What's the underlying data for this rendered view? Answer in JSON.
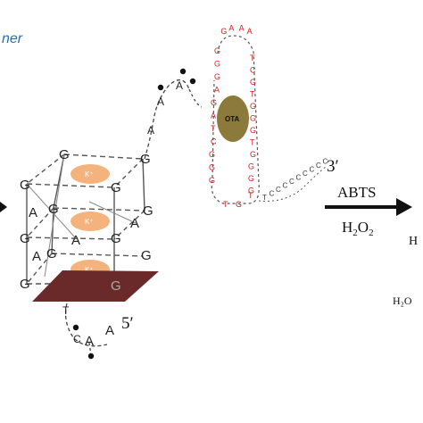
{
  "top_left_fragment": "ner",
  "quadruplex": {
    "guanines": [
      "G",
      "G",
      "G",
      "G",
      "G",
      "G",
      "G",
      "G",
      "G",
      "G",
      "G",
      "G"
    ],
    "adenines": [
      "A",
      "A",
      "A",
      "A"
    ],
    "ion_label": "K⁺",
    "loop_bottom": [
      "T",
      "C",
      "A",
      "A"
    ],
    "linker_top": [
      "A",
      "A",
      "A"
    ]
  },
  "aptamer": {
    "left_column": [
      "G",
      "G",
      "G",
      "A",
      "G",
      "A",
      "T",
      "C",
      "G",
      "G",
      "G"
    ],
    "top_arc": [
      "G",
      "A",
      "A",
      "A"
    ],
    "right_column": [
      "T",
      "C",
      "G",
      "T",
      "G",
      "G",
      "G",
      "T",
      "G",
      "G",
      "G",
      "G"
    ],
    "bottom": [
      "T",
      "G",
      "T"
    ],
    "tail": [
      "T",
      "C",
      "C",
      "C",
      "C",
      "C",
      "C",
      "C",
      "C",
      "C"
    ],
    "target_label": "OTA"
  },
  "labels": {
    "three_prime": "3′",
    "five_prime": "5′"
  },
  "reaction": {
    "above_arrow": "ABTS",
    "below_arrow_main": "H",
    "below_arrow_sub": "2",
    "below_arrow_main2": "O",
    "below_arrow_sub2": "2",
    "right_fragment_1": "H",
    "right_fragment_2": "H₂O"
  },
  "colors": {
    "fragment_blue": "#2a6fb0",
    "ion_fill": "#f4b27c",
    "hemin_plane": "#6b2a2a",
    "ota_fill": "#8c7a3c",
    "aptamer_red": "#d02020"
  }
}
